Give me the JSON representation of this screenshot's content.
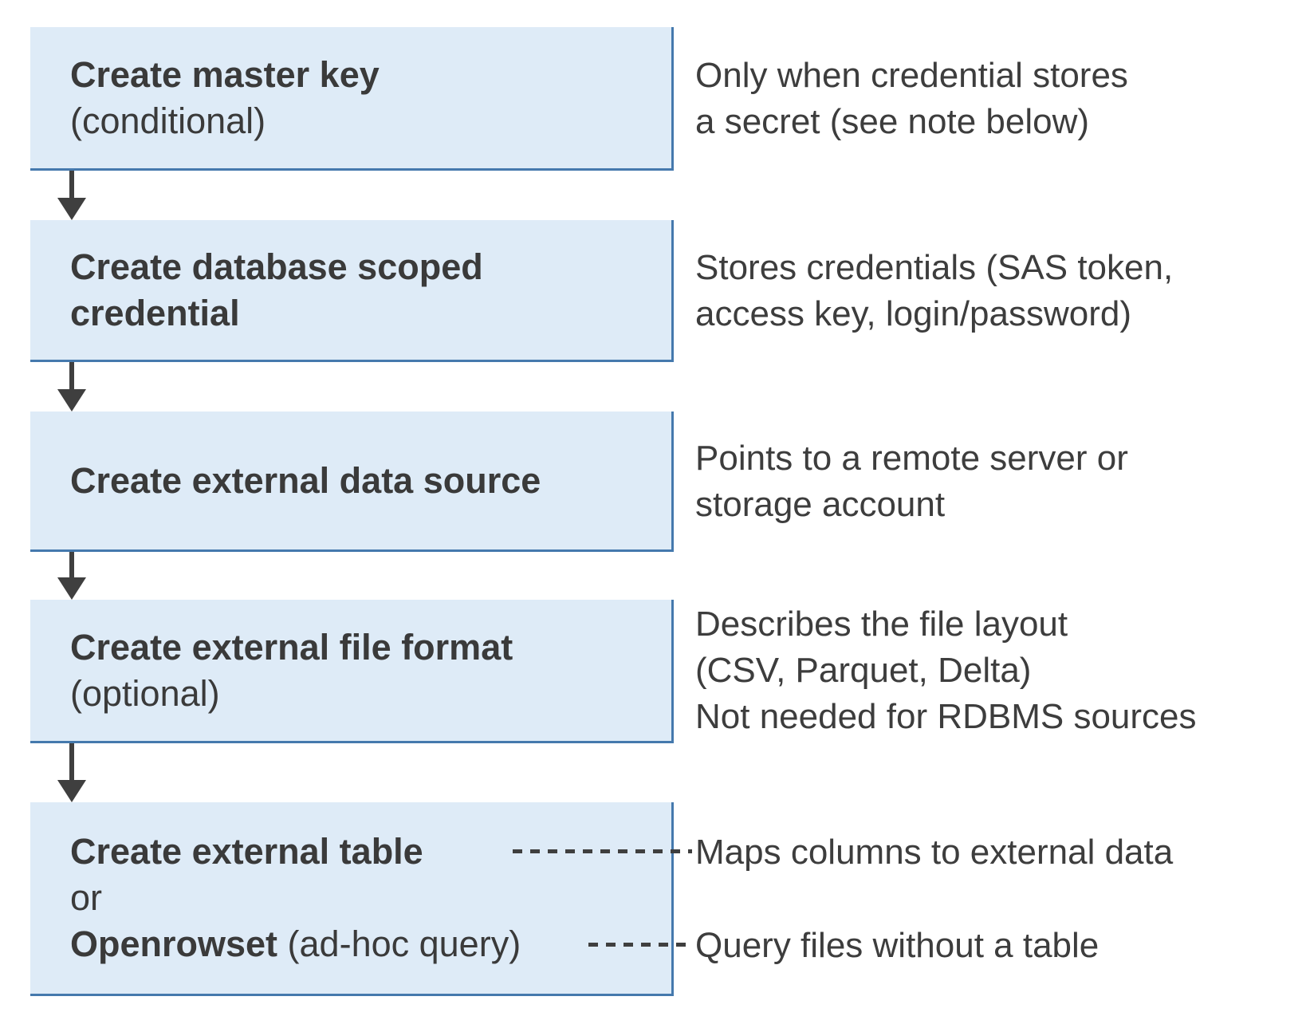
{
  "diagram": {
    "colors": {
      "box_fill": "#deebf7",
      "box_border": "#4579ad",
      "arrow": "#3f3f3f",
      "text": "#3a3a3a"
    },
    "boxes": [
      {
        "title": "Create master key",
        "subtitle": "(conditional)",
        "note": [
          "Only when credential stores",
          "a secret (see note below)"
        ]
      },
      {
        "title_line1": "Create database scoped",
        "title_line2": "credential",
        "note": [
          "Stores credentials (SAS token,",
          "access key, login/password)"
        ]
      },
      {
        "title": "Create external data source",
        "note": [
          "Points to a remote server or",
          "storage account"
        ]
      },
      {
        "title": "Create external file format",
        "subtitle": "(optional)",
        "note": [
          "Describes the file layout",
          "(CSV, Parquet, Delta)",
          "Not needed for RDBMS sources"
        ]
      },
      {
        "option1": "Create external table",
        "conjunction": "or",
        "option2_bold": "Openrowset",
        "option2_rest": " (ad-hoc query)",
        "note_table": "Maps columns to external data",
        "note_openrowset": "Query files without a table"
      }
    ]
  }
}
